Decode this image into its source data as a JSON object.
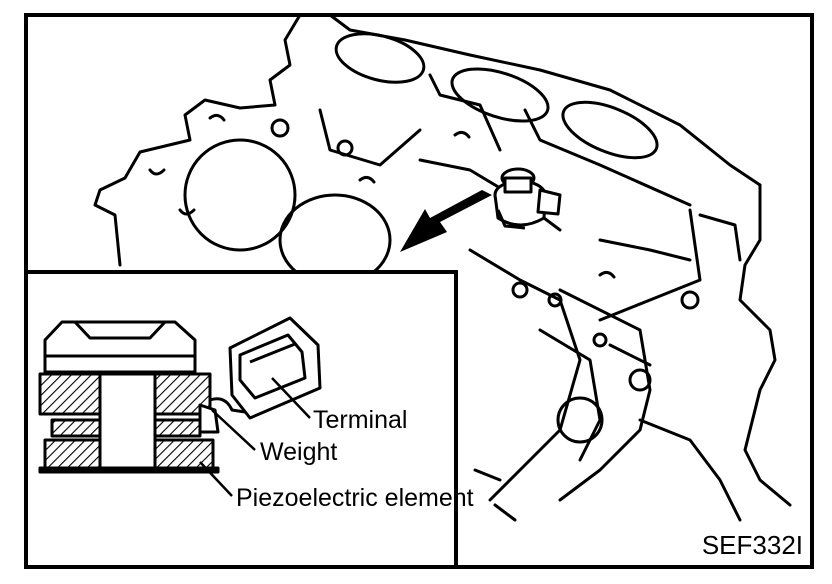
{
  "figure": {
    "code": "SEF332I",
    "labels": {
      "terminal": "Terminal",
      "weight": "Weight",
      "piezo": "Piezoelectric element"
    }
  }
}
